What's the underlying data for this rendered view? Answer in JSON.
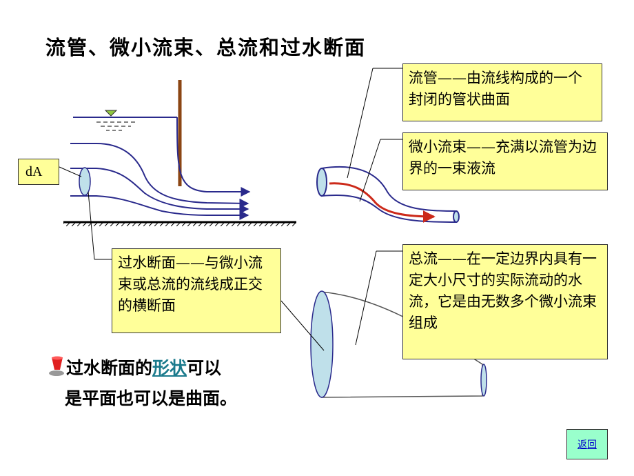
{
  "title": "流管、微小流束、总流和过水断面",
  "boxes": {
    "da_label": "dA",
    "stream_tube": "流管——由流线构成的一个封闭的管状曲面",
    "filament": "微小流束——充满以流管为边界的一束液流",
    "cross_section": "过水断面——与微小流束或总流的流线成正交的横断面",
    "total_flow": "总流——在一定边界内具有一定大小尺寸的实际流动的水流，它是由无数多个微小流束组成"
  },
  "note": {
    "line1_prefix": "过水断面的",
    "line1_highlight": "形状",
    "line1_suffix": "可以",
    "line2": "是平面也可以是曲面。"
  },
  "back_button": {
    "label": "返回"
  },
  "icons": {
    "bullet": "bullet-marker-icon"
  },
  "colors": {
    "box_fill": "#ffff99",
    "streamline": "#2a2a8c",
    "gate": "#8b4513",
    "filament": "#cc2a1a",
    "tube_fill": "#bfe0ea",
    "back_fill": "#99ffcc"
  }
}
